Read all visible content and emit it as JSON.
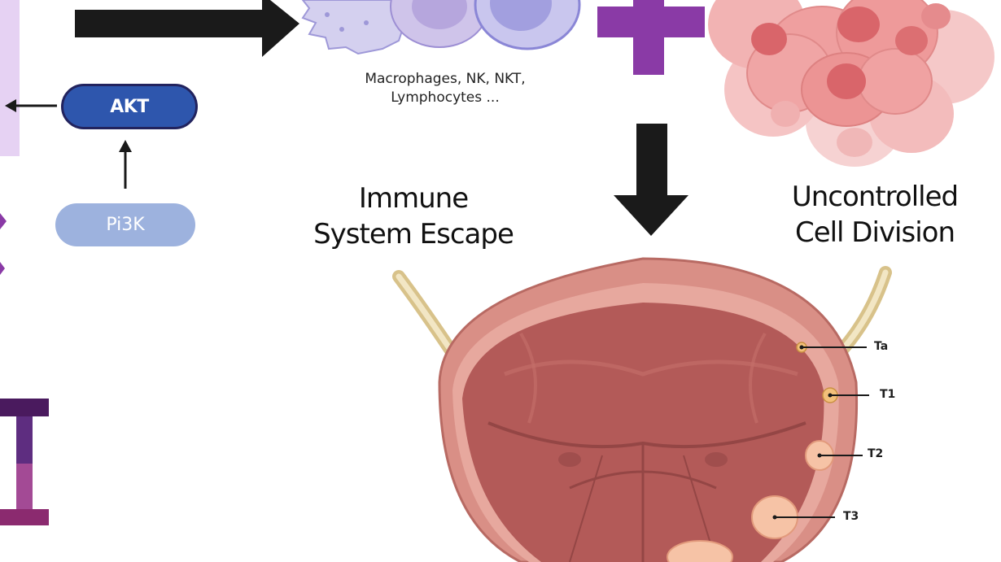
{
  "nodes": {
    "akt": "AKT",
    "pi3k": "Pi3K"
  },
  "immune_cells_caption": {
    "line1": "Macrophages, NK, NKT,",
    "line2": "Lymphocytes ..."
  },
  "labels": {
    "immune_line1": "Immune",
    "immune_line2": "System Escape",
    "uncontrolled_line1": "Uncontrolled",
    "uncontrolled_line2": "Cell Division"
  },
  "tumor_stages": [
    "Ta",
    "T1",
    "T2",
    "T3"
  ],
  "colors": {
    "akt_fill": "#2e56ad",
    "akt_border": "#22235e",
    "pi3k_fill": "#9db2de",
    "plus_sign": "#8a3aa6",
    "arrow": "#1a1a1a",
    "bladder_wall": "#d98f86",
    "bladder_inner": "#b35a58",
    "tumor_cells": "#f0a8a8",
    "immune_cells": "#c9c3ea"
  }
}
